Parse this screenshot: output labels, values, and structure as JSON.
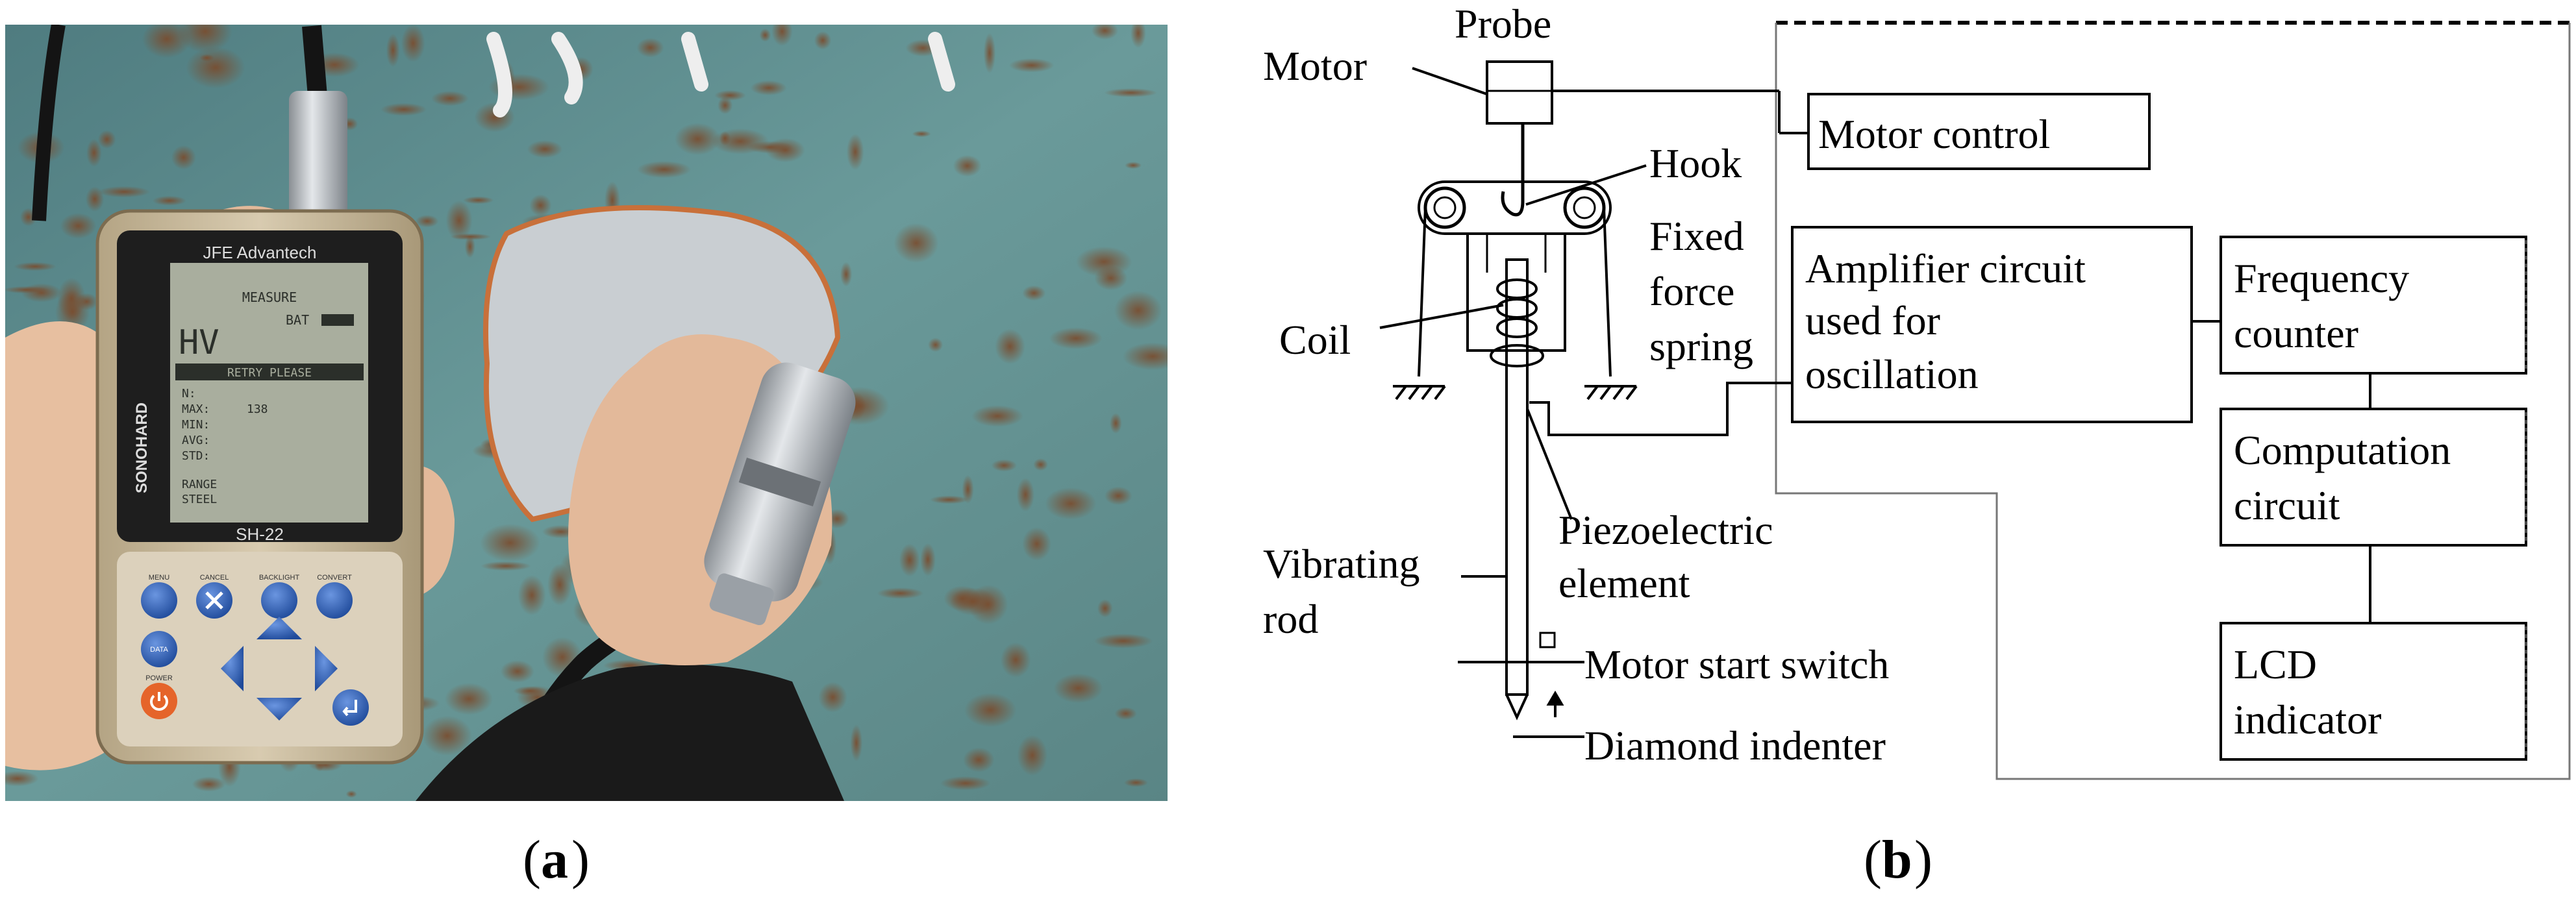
{
  "panel_a": {
    "device": {
      "brand": "JFE Advantech",
      "side_label": "SONOHARD",
      "model": "SH-22",
      "screen": {
        "header": "MEASURE",
        "mode": "HV",
        "battery": "BAT",
        "status_bar": "RETRY PLEASE",
        "rows": [
          "N:",
          "MAX:",
          "MIN:",
          "AVG:",
          "STD:"
        ],
        "row_values": [
          "",
          "138",
          "",
          "",
          ""
        ],
        "footer": [
          "RANGE",
          "STEEL"
        ]
      },
      "keys": {
        "top": [
          "MENU",
          "CANCEL",
          "BACKLIGHT",
          "CONVERT"
        ],
        "side": [
          "DATA"
        ],
        "power": "POWER"
      }
    },
    "caption_letter": "a"
  },
  "panel_b": {
    "labels": {
      "probe": "Probe",
      "motor": "Motor",
      "hook": "Hook",
      "fixed_force_spring": [
        "Fixed",
        "force",
        "spring"
      ],
      "coil": "Coil",
      "piezo": [
        "Piezoelectric",
        "element"
      ],
      "vibrating_rod": [
        "Vibrating",
        "rod"
      ],
      "motor_start_switch": "Motor start switch",
      "diamond_indenter": "Diamond indenter"
    },
    "boxes": {
      "motor_control": [
        "Motor control"
      ],
      "amplifier": [
        "Amplifier circuit",
        "used for",
        "oscillation"
      ],
      "frequency_counter": [
        "Frequency",
        "counter"
      ],
      "computation": [
        "Computation",
        "circuit"
      ],
      "lcd": [
        "LCD",
        "indicator"
      ]
    },
    "caption_letter": "b"
  },
  "colors": {
    "device_body": "#c9b99a",
    "screen_bg": "#a8ad9c",
    "key_blue": "#2f5fb8",
    "power_orange": "#e5642a",
    "wall_teal": "#5d8d8f",
    "rust": "#8a5a3a",
    "line": "#000000"
  },
  "icons": [
    "up-arrow-icon",
    "down-arrow-icon",
    "left-arrow-icon",
    "right-arrow-icon",
    "cancel-x-icon",
    "enter-icon",
    "power-icon"
  ]
}
